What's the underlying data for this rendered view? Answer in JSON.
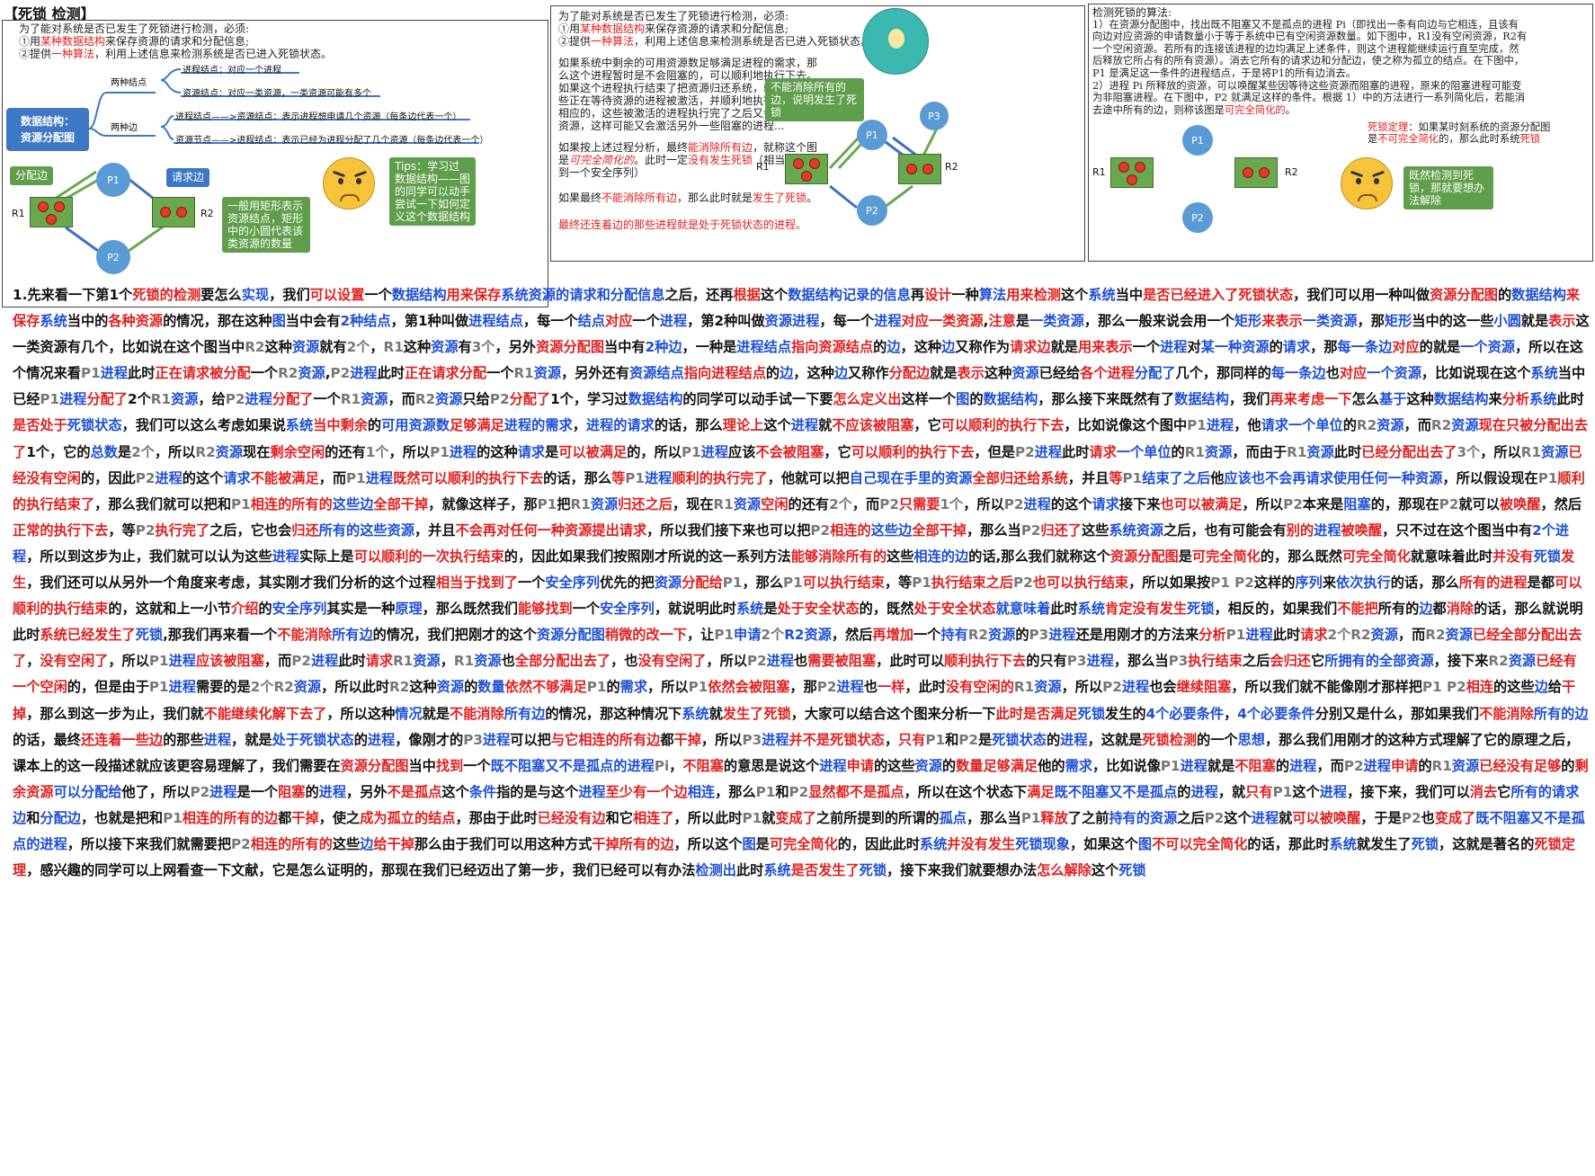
{
  "title": "【死锁 检测】",
  "panel1": {
    "intro_1": "为了能对系统是否已发生了死锁进行检测，必须:",
    "intro_2a": "①用",
    "intro_2b": "某种数据结构",
    "intro_2c": "来保存资源的请求和分配信息;",
    "intro_3a": "②提供",
    "intro_3b": "一种算法",
    "intro_3c": "，利用上述信息来检测系统是否已进入死锁状态。",
    "ds_box": "数据结构：\n资源分配图",
    "two_nodes": "两种结点",
    "two_edges": "两种边",
    "proc_node": "进程结点：对应一个进程",
    "res_node": "资源结点：对应一类资源，一类资源可能有多个",
    "proc_edge": "进程结点——>资源结点：表示进程想申请几个资源（每条边代表一个）",
    "res_edge": "资源节点——>进程结点：表示已经为进程分配了几个资源（每条边代表一个）",
    "alloc_edge": "分配边",
    "req_edge": "请求边",
    "p1": "P1",
    "p2": "P2",
    "r1": "R1",
    "r2": "R2",
    "note": "一般用矩形表示资源结点，矩形中的小圆代表该类资源的数量",
    "tips": "Tips：学习过数据结构——图 的同学可以动手尝试一下如何定义这个数据结构"
  },
  "panel2": {
    "l1": "为了能对系统是否已发生了死锁进行检测，必须:",
    "l2a": "①用",
    "l2b": "某种数据结构",
    "l2c": "来保存资源的请求和分配信息;",
    "l3a": "②提供",
    "l3b": "一种算法",
    "l3c": "，利用上述信息来检测系统是否已进入死锁状态。",
    "para1": "如果系统中剩余的可用资源数足够满足进程的需求，那\n么这个进程暂时是不会阻塞的，可以顺利地执行下去。\n如果这个进程执行结束了把资源归还系统，就可能使某\n些正在等待资源的进程被激活，并顺利地执行下去。\n相应的，这些被激活的进程执行完了之后又会归还一些\n资源，这样可能又会激活另外一些阻塞的进程...",
    "para2a": "如果按上述过程分析，最终",
    "para2b": "能消除所有边",
    "para2c": "，就称这个图\n是",
    "para2d": "可完全简化的",
    "para2e": "。此时一定",
    "para2f": "没有发生死锁",
    "para2g": "（相当于能找\n到一个安全序列）",
    "para3a": "如果最终",
    "para3b": "不能消除所有边",
    "para3c": "，那么此时就是",
    "para3d": "发生了死锁",
    "para3e": "。",
    "para4": "最终还连着边的那些进程就是处于死锁状态的进程。",
    "bubble": "不能消除所有的边，说明发生了死锁",
    "p1": "P1",
    "p2": "P2",
    "p3": "P3",
    "r1": "R1",
    "r2": "R2"
  },
  "panel3": {
    "head": "检测死锁的算法:",
    "s1": "1）在资源分配图中，找出既不阻塞又不是孤点的进程 Pi（即找出一条有向边与它相连，且该有\n向边对应资源的申请数量小于等于系统中已有空闲资源数量。如下图中，R1没有空闲资源，R2有\n一个空闲资源。若所有的连接该进程的边均满足上述条件，则这个进程能继续运行直至完成，然\n后释放它所占有的所有资源）。消去它所有的请求边和分配边，使之称为孤立的结点。在下图中，\nP1 是满足这一条件的进程结点，于是将P1的所有边消去。",
    "s2a": "2）进程 Pi 所释放的资源，可以唤醒某些因等待这些资源而阻塞的进程，原来的阻塞进程可能变\n为非阻塞进程。在下图中，P2 就满足这样的条件。根据 1）中的方法进行一系列简化后，若能消\n去途中所有的边，则称该图是",
    "s2b": "可完全简化的",
    "s2c": "。",
    "thm_a": "死锁定理",
    "thm_b": "：如果某时刻系统的资源分配图\n是",
    "thm_c": "不可完全简化",
    "thm_d": "的，那么此时系统",
    "thm_e": "死锁",
    "bubble": "既然检测到死锁，那就要想办法解除",
    "p1": "P1",
    "p2": "P2",
    "r1": "R1",
    "r2": "R2"
  },
  "body_html": "1.先来看一下第1个<span class=r>死锁的检测</span>要怎么<span class=b>实现</span>，我们<span class=r>可以设置</span>一个<span class=b>数据结构</span><span class=r>用来保存</span><span class=b>系统资源的请求和分配信息</span>之后，还再<span class=r>根据</span>这个<span class=b>数据结构记录的信息</span>再<span class=r>设计</span>一种<span class=b>算法</span><span class=r>用来检测</span>这个<span class=b>系统</span>当中<span class=r>是否已经进入了死锁状态</span>，我们可以用一种叫做<span class=r>资源分配图</span>的<span class=b>数据结构</span><span class=r>来保存</span><span class=b>系统</span>当中的<span class=r>各种资源</span>的情况，那在这种<span class=b>图</span>当中会有<span class=b>2种结点</span>，第1种叫做<span class=b>进程结点</span>，每一个<span class=b>结点</span><span class=r>对应</span>一个<span class=b>进程</span>，第2种叫做<span class=b>资源进程</span>，每一个<span class=b>进程</span><span class=r>对应一类资源</span>,<span class=r>注意</span>是<span class=b>一类资源</span>，那么一般来说会用一个<span class=b>矩形</span><span class=r>来表示</span><span class=b>一类资源</span>，那<span class=b>矩形</span>当中的这一些<span class=b>小圆</span>就是<span class=r>表示</span>这一类资源有几个，比如说在这个图当中<span class=g>R2</span>这种<span class=b>资源</span>就有<span class=g>2个</span>，<span class=g>R1</span>这种<span class=b>资源</span>有<span class=g>3个</span>，另外<span class=r>资源分配图</span>当中有<span class=b>2种边</span>，一种是<span class=b>进程结点</span><span class=r>指向资源结点</span>的<span class=b>边</span>，这种<span class=b>边</span>又称作为<span class=r>请求边</span>就是<span class=r>用来表示</span>一个<span class=b>进程</span>对<span class=b>某一种资源</span>的<span class=b>请求</span>，那<span class=b>每一条边</span><span class=r>对应</span>的就是<span class=b>一个资源</span>，所以在这个情况来看<span class=g>P1</span><span class=b>进程</span>此时<span class=r>正在请求被分配</span>一个<span class=g>R2</span><span class=b>资源</span>,<span class=g>P2</span><span class=b>进程</span>此时<span class=r>正在请求分配</span>一个<span class=g>R1</span><span class=b>资源</span>，另外还有<span class=b>资源结点</span><span class=r>指向进程结点</span>的<span class=b>边</span>，这种<span class=b>边</span>又称作<span class=r>分配边</span>就是<span class=r>表示</span>这种<span class=b>资源</span>已经给<span class=r>各个进程</span><span class=b>分配了</span>几个，那同样的<span class=b>每一条边</span>也<span class=r>对应</span><span class=b>一个资源</span>，比如说现在这个<span class=b>系统</span>当中已经<span class=g>P1</span><span class=b>进程</span><span class=r>分配了</span>2个<span class=g>R1</span><span class=b>资源</span>，给<span class=g>P2</span><span class=b>进程</span><span class=r>分配了</span>一个<span class=g>R1</span><span class=b>资源</span>，而<span class=g>R2</span><span class=b>资源</span>只给<span class=g>P2</span><span class=r>分配了</span>1个，学习过<span class=b>数据结构</span>的同学可以动手试一下要<span class=r>怎么定义出</span>这样一个<span class=b>图</span>的<span class=b>数据结构</span>，那么接下来既然有了<span class=b>数据结构</span>，我们<span class=r>再来考虑一下</span>怎么<span class=b>基于</span>这种<span class=b>数据结构</span>来<span class=r>分析</span><span class=b>系统</span>此时<span class=r>是否处于</span><span class=b>死锁状态</span>，我们可以这么考虑如果说<span class=b>系统</span><span class=r>当中剩余</span>的<span class=b>可用资源数</span><span class=r>足够满足</span><span class=b>进程的需求</span>，<span class=b>进程的请求</span>的话，那么<span class=r>理论上</span>这个<span class=b>进程</span>就<span class=r>不应该被阻塞</span>，它<span class=r>可以顺利的执行下去</span>，比如说像这个图中<span class=g>P1</span><span class=b>进程</span>，他<span class=b>请求一个单位</span>的<span class=g>R2</span><span class=b>资源</span>，而<span class=g>R2</span><span class=b>资源</span><span class=r>现在只被分配出去了</span>1个，它的<span class=b>总数</span>是<span class=g>2个</span>，所以<span class=g>R2</span><span class=b>资源</span>现在<span class=r>剩余空闲</span>的还有<span class=g>1个</span>，所以<span class=g>P1</span><span class=b>进程</span>的这种<span class=b>请求</span>是<span class=r>可以被满足</span>的，所以<span class=g>P1</span><span class=b>进程</span>应该<span class=r>不会被阻塞</span>，它<span class=r>可以顺利的执行下去</span>，但是<span class=g>P2</span><span class=b>进程</span>此时<span class=r>请求</span><span class=b>一个单位</span>的<span class=g>R1</span><span class=b>资源</span>，而由于<span class=g>R1</span><span class=b>资源</span>此时<span class=r>已经分配出去了</span><span class=g>3个</span>，所以<span class=g>R1</span><span class=b>资源</span><span class=r>已经没有空闲</span>的，因此<span class=g>P2</span><span class=b>进程</span>的这个<span class=b>请求</span><span class=r>不能被满足</span>，而<span class=g>P1</span><span class=b>进程</span><span class=r>既然可以顺利的执行下去</span>的话，那么<span class=r>等</span><span class=g>P1</span><span class=b>进程</span><span class=r>顺利的执行完了</span>，他就可以把<span class=b>自己现在手里的资源</span><span class=r>全部归还给系统</span>，并且<span class=r>等</span><span class=g>P1</span><span class=b>结束了之后</span>他<span class=b>应该也不会再请求使用任何一种资源</span>，所以假设现在<span class=g>P1</span><span class=r>顺利的执行结束了</span>，那么我们就可以把和<span class=g>P1</span><span class=r>相连的所有的</span><span class=b>这些边</span><span class=r>全部干掉</span>，就像这样子，那<span class=g>P1</span>把<span class=g>R1</span><span class=b>资源</span><span class=r>归还之后</span>，现在<span class=g>R1</span><span class=b>资源</span><span class=r>空闲</span>的还有<span class=g>2个</span>，而<span class=g>P2</span><span class=r>只需要</span><span class=g>1个</span>，所以<span class=g>P2</span><span class=b>进程</span>的这个<span class=b>请求</span>接下来<span class=r>也可以被满足</span>，所以<span class=g>P2</span>本来是<span class=b>阻塞</span>的，那现在<span class=g>P2</span>就可以<span class=r>被唤醒</span>，然后<span class=r>正常的执行下去</span>，等<span class=g>P2</span><span class=r>执行完了</span>之后，它也会<span class=r>归还</span><span class=b>所有的这些资源</span>，并且<span class=r>不会再对任何一种资源提出请求</span>，所以我们接下来也可以把<span class=g>P2</span><span class=r>相连的</span><span class=b>这些边</span><span class=r>全部干掉</span>，那么当<span class=g>P2</span><span class=r>归还了</span>这些<span class=b>系统资源</span>之后，也有可能会有<span class=r>别的</span><span class=b>进程</span><span class=r>被唤醒</span>，只不过在这个图当中有<span class=b>2个进程</span>，所以到这步为止，我们就可以认为这些<span class=b>进程</span>实际上是<span class=r>可以顺利的一次执行结束</span>的，因此如果我们按照刚才所说的这一系列方法<span class=r>能够消除所有的</span>这些<span class=b>相连的边</span>的话,那么我们就称这个<span class=r>资源分配图</span>是<span class=r>可完全简化</span>的，那么既然<span class=r>可完全简化</span>就意味着此时<span class=r>并没有</span><span class=b>死锁</span><span class=r>发生</span>，我们还可以从另外一个角度来考虑，其实刚才我们分析的这个过程<span class=r>相当于找到了</span>一个<span class=b>安全序列</span>优先的把<span class=b>资源</span><span class=r>分配给</span><span class=g>P1</span>，那么<span class=g>P1</span><span class=r>可以执行结束</span>，等<span class=g>P1</span><span class=r>执行结束之后</span><span class=g>P2</span><span class=r>也可以执行结束</span>，所以如果按<span class=g>P1 P2</span>这样的<span class=b>序列</span>来<span class=b>依次执行</span>的话，那么<span class=r>所有的进程</span>是都<span class=r>可以顺利的执行结束</span>的，这就和上一小节<span class=r>介绍</span>的<span class=b>安全序列</span>其实是一种<span class=b>原理</span>，那么既然我们<span class=r>能够找到</span>一个<span class=b>安全序列</span>，就说明此时<span class=b>系统</span>是<span class=r>处于安全状态</span>的，既然<span class=r>处于安全状态</span><span class=b>就意味着</span>此时<span class=b>系统</span><span class=r>肯定没有发生</span><span class=b>死锁</span>，相反的，如果我们<span class=r>不能把</span>所有的<span class=b>边</span>都<span class=r>消除</span>的话，那么就说明此时<span class=r>系统已经发生了</span><span class=b>死锁</span>,那我们再来看一个<span class=r>不能消除</span><span class=b>所有边</span>的情况，我们把刚才的这个<span class=b>资源分配图</span><span class=r>稍微的改一下</span>，让<span class=g>P1</span><span class=b>申请</span><span class=g>2个</span><span class=b>R2资源</span>，然后<span class=r>再增加</span>一个<span class=b>持有</span><span class=g>R2</span><span class=b>资源</span>的<span class=g>P3</span><span class=b>进程</span>还是用刚才的方法来<span class=r>分析</span><span class=g>P1</span><span class=b>进程</span>此时<span class=r>请求</span><span class=g>2个R2</span><span class=b>资源</span>，而<span class=g>R2</span><span class=b>资源</span><span class=r>已经全部分配出去了</span>，<span class=r>没有空闲了</span>，所以<span class=g>P1</span><span class=b>进程</span><span class=r>应该被阻塞</span>，而<span class=g>P2</span><span class=b>进程</span>此时<span class=r>请求</span><span class=g>R1</span><span class=b>资源</span>，<span class=g>R1</span><span class=b>资源</span>也<span class=r>全部分配出去了</span>，也<span class=r>没有空闲了</span>，所以<span class=g>P2</span><span class=b>进程</span>也<span class=r>需要被阻塞</span>，此时可以<span class=r>顺利执行下去</span>的只有<span class=g>P3</span><span class=b>进程</span>，那么当<span class=g>P3</span><span class=r>执行结束</span>之后<span class=r>会归还</span>它<span class=b>所拥有的全部资源</span>，接下来<span class=g>R2</span><span class=b>资源</span><span class=r>已经有一个空闲</span>的，但是由于<span class=g>P1</span><span class=b>进程</span>需要的是<span class=g>2个R2</span><span class=b>资源</span>，所以此时<span class=g>R2</span>这种<span class=b>资源</span>的<span class=b>数量</span><span class=r>依然不够满足</span><span class=g>P1</span>的<span class=b>需求</span>，所以<span class=g>P1</span><span class=r>依然会被阻塞</span>，那<span class=g>P2</span><span class=b>进程</span>也<span class=r>一样</span>，此时<span class=r>没有空闲的</span><span class=g>R1</span><span class=b>资源</span>，所以<span class=g>P2</span><span class=b>进程</span>也会<span class=r>继续阻塞</span>，所以我们就不能像刚才那样把<span class=g>P1 P2</span><span class=r>相连</span>的这些<span class=b>边</span>给<span class=r>干掉</span>，那么到这一步为止，我们就<span class=r>不能继续化解下去了</span>，所以这种<span class=b>情况</span>就是<span class=r>不能消除</span><span class=b>所有边</span>的情况，那这种情况下<span class=b>系统</span>就<span class=r>发生了死锁</span>，大家可以结合这个图来分析一下<span class=r>此时是否满足</span><span class=b>死锁</span>发生的<span class=b>4个必要条件</span>，<span class=b>4个必要条件</span>分别又是什么，那如果我们<span class=r>不能消除</span><span class=b>所有的边</span>的话，最终<span class=r>还连着一些边</span>的那些<span class=b>进程</span>，就是<span class=b>处于死锁状态</span>的<span class=b>进程</span>，像刚才的<span class=g>P3</span><span class=b>进程</span>可以把<span class=r>与它相连的所有边</span>都<span class=r>干掉</span>，所以<span class=g>P3</span><span class=b>进程</span><span class=r>并不是死锁状态</span>，<span class=r>只有</span><span class=g>P1</span>和<span class=g>P2</span>是<span class=b>死锁状态</span>的<span class=b>进程</span>，这就是<span class=r>死锁检测</span>的一个<span class=b>思想</span>，那么我们用刚才的这种方式理解了它的原理之后，课本上的这一段描述就应该更容易理解了，我们需要在<span class=r>资源分配图</span>当中<span class=r>找到</span>一个<span class=b>既不阻塞又不是孤点的进程</span><span class=g>Pi</span>，<span class=r>不阻塞</span>的意思是说这个<span class=b>进程</span><span class=r>申请</span>的这些<span class=b>资源</span>的<span class=r>数量足够满足</span>他的<span class=b>需求</span>，比如说像<span class=g>P1</span><span class=b>进程</span>就是<span class=r>不阻塞</span>的<span class=b>进程</span>，而<span class=g>P2</span><span class=b>进程</span><span class=r>申请</span>的<span class=g>R1</span><span class=b>资源</span><span class=r>已经没有足够</span>的<span class=r>剩余资源</span><span class=b>可以分配给</span>他了，所以<span class=g>P2</span><span class=b>进程</span>是一个<span class=r>阻塞</span>的<span class=b>进程</span>，另外<span class=r>不是孤点</span>这个<span class=b>条件</span>指的是与这个<span class=b>进程</span><span class=r>至少有一个边</span><span class=b>相连</span>，那么<span class=g>P1</span>和<span class=g>P2</span><span class=r>显然都不是孤点</span>，所以在这个状态下<span class=r>满足</span><span class=b>既不阻塞又不是孤点</span>的<span class=b>进程</span>，就<span class=r>只有</span><span class=g>P1</span>这个<span class=b>进程</span>，接下来，我们可以<span class=r>消去</span>它<span class=b>所有的请求边</span>和<span class=b>分配边</span>，也就是把和<span class=g>P1</span><span class=r>相连的所有的边</span>都<span class=r>干掉</span>，使之<span class=r>成为孤立的结点</span>，那由于此时<span class=r>已经没有边</span>和它<span class=r>相连了</span>，所以此时<span class=g>P1</span>就<span class=r>变成了</span>之前所提到的所谓的<span class=b>孤点</span>，那么当<span class=g>P1</span><span class=r>释放</span>了之前<span class=b>持有的资源</span>之后<span class=g>P2</span>这个<span class=b>进程</span>就<span class=r>可以被唤醒</span>，于是<span class=g>P2</span>也<span class=r>变成了</span><span class=b>既不阻塞又不是孤点的进程</span>，所以接下来我们就需要把<span class=g>P2</span><span class=r>相连的所有的</span>这些<span class=b>边</span><span class=r>给干掉</span>那么由于我们可以用这种方式<span class=r>干掉所有的边</span>，所以这个<span class=b>图</span>是<span class=r>可完全简化</span>的，因此此时<span class=b>系统</span><span class=r>并没有发生</span><span class=b>死锁现象</span>，如果这个<span class=b>图</span><span class=r>不可以完全简化</span>的话，那此时<span class=b>系统</span>就发生了<span class=b>死锁</span>，这就是著名的<span class=r>死锁定理</span>，感兴趣的同学可以上网看查一下文献，它是怎么证明的，那现在我们已经迈出了第一步，我们已经可以有办法<span class=b>检测出</span>此时<span class=b>系统</span><span class=r>是否发生了</span><span class=b>死锁</span>，接下来我们就要想办法<span class=r>怎么解除</span>这个<span class=b>死锁</span>"
}
